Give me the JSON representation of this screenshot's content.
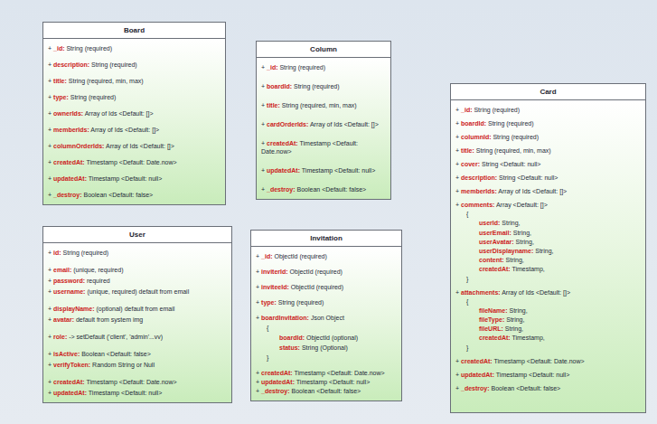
{
  "diagram": {
    "nodes": [
      {
        "text": [
          "Board",
          "+ _id: String (required)",
          "+ description: String (required)",
          "+ title: String (required, min, max)",
          "+ type: String (required)",
          "+ ownerIds: Array of Ids <Default: []>",
          "+ memberIds: Array of Ids <Default: []>",
          "+ columnOrderIds: Array of Ids <Default: []>",
          "+ createdAt: Timestamp <Default: Date.now>",
          "+ updatedAt: Timestamp <Default: null>",
          "+ _destroy: Boolean <Default: false>"
        ]
      },
      {
        "text": [
          "Column",
          "+ _id: String (required)",
          "+ boardId: String (required)",
          "+ title: String (required, min, max)",
          "+ cardOrderIds: Array of Ids <Default: []>",
          "+ createdAt: Timestamp <Default: Date.now>",
          "+ updatedAt: Timestamp <Default: null>",
          "+ _destroy: Boolean <Default: false>"
        ]
      },
      {
        "text": [
          "Card",
          "+ _id: String (required)",
          "+ boardId: String (required)",
          "+ columnId: String (required)",
          "+ title: String (required, min, max)",
          "+ cover: String <Default: null>",
          "+ description: String <Default: null>",
          "+ memberIds: Array of Ids <Default: []>",
          "+ comments: Array <Default: []>",
          "{",
          "userId: String,",
          "userEmail: String,",
          "userAvatar: String,",
          "userDisplayname: String,",
          "content: String,",
          "createdAt: Timestamp,",
          "}",
          "+ attachments: Array of Ids <Default: []>",
          "{",
          "fileName: String,",
          "fileType: String,",
          "fileURL: String,",
          "createdAt: Timestamp,",
          "}",
          "+ createdAt: Timestamp <Default: Date.now>",
          "+ updatedAt: Timestamp <Default: null>",
          "+ _destroy: Boolean <Default: false>"
        ]
      },
      {
        "text": [
          "User",
          "+ id: String (required)",
          "+ email: (unique, required)",
          "+ password: required",
          "+ username: (unique, required) default from email",
          "+ displayName: (optional) default from email",
          "+ avatar: default from system img",
          "+ role: -> setDefault ('client', 'admin'...vv)",
          "+ isActive: Boolean <Default: false>",
          "+ verifyToken: Random String or Null",
          "+ createdAt: Timestamp <Default: Date.now>",
          "+ updatedAt: Timestamp <Default: null>"
        ]
      },
      {
        "text": [
          "Invitation",
          "+ _id: ObjectId (required)",
          "+ inviterId: ObjectId (required)",
          "+ inviteeId: ObjectId (required)",
          "+ type: String (required)",
          "+ boardInvitation: Json Object",
          "{",
          "boardId: ObjectId (optional)",
          "status: String (Optional)",
          "}",
          "+ createdAt: Timestamp <Default: Date.now>",
          "+ updatedAt: Timestamp <Default: null>",
          "+ _destroy: Boolean <Default: false>"
        ]
      }
    ]
  }
}
